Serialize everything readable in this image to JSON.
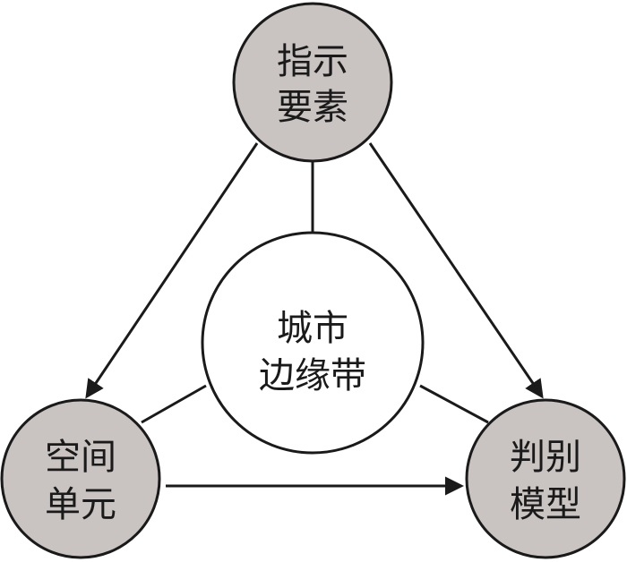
{
  "diagram": {
    "top_node": {
      "line1": "指示",
      "line2": "要素"
    },
    "left_node": {
      "line1": "空间",
      "line2": "单元"
    },
    "right_node": {
      "line1": "判别",
      "line2": "模型"
    },
    "center_node": {
      "line1": "城市",
      "line2": "边缘带"
    }
  },
  "colors": {
    "outer_node_fill": "#c9c3c1",
    "center_node_fill": "#ffffff",
    "stroke": "#1a1a1a"
  }
}
